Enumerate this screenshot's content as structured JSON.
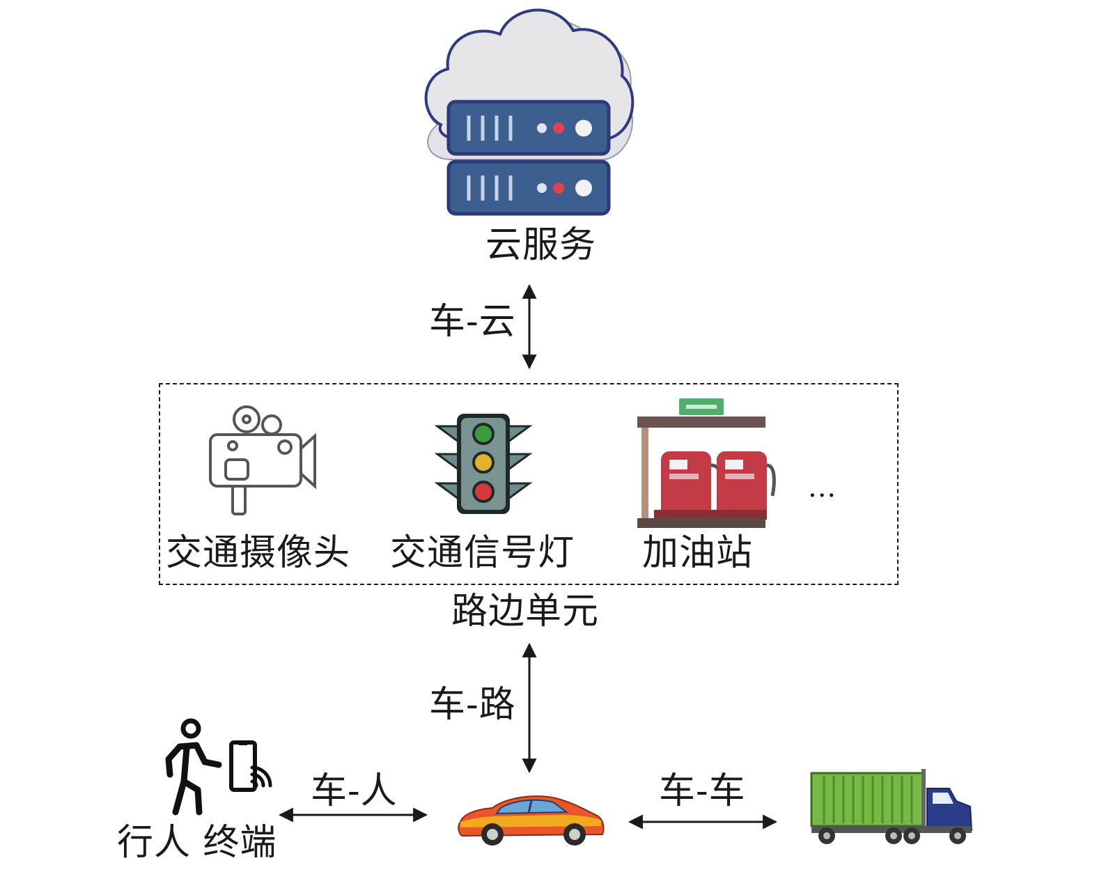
{
  "nodes": {
    "cloud": {
      "label": "云服务",
      "icon": "cloud-server-icon"
    },
    "rsu": {
      "label": "路边单元",
      "items": [
        {
          "label": "交通摄像头",
          "icon": "traffic-camera-icon"
        },
        {
          "label": "交通信号灯",
          "icon": "traffic-light-icon"
        },
        {
          "label": "加油站",
          "icon": "gas-station-icon"
        }
      ],
      "more": "..."
    },
    "vehicle": {
      "icon": "car-icon"
    },
    "pedestrian": {
      "label": "行人 终端",
      "icon": "pedestrian-phone-icon"
    },
    "other_vehicle": {
      "icon": "truck-icon"
    }
  },
  "links": {
    "v2c": "车-云",
    "v2r": "车-路",
    "v2p": "车-人",
    "v2v": "车-车"
  },
  "colors": {
    "server": "#3d5f8f",
    "cloud": "#e8e8ec",
    "truck_cargo": "#76b944",
    "truck_cab": "#2a3c8a",
    "car_body": "#e8562a",
    "pump": "#c23b46",
    "sign": "#4daf6a"
  }
}
